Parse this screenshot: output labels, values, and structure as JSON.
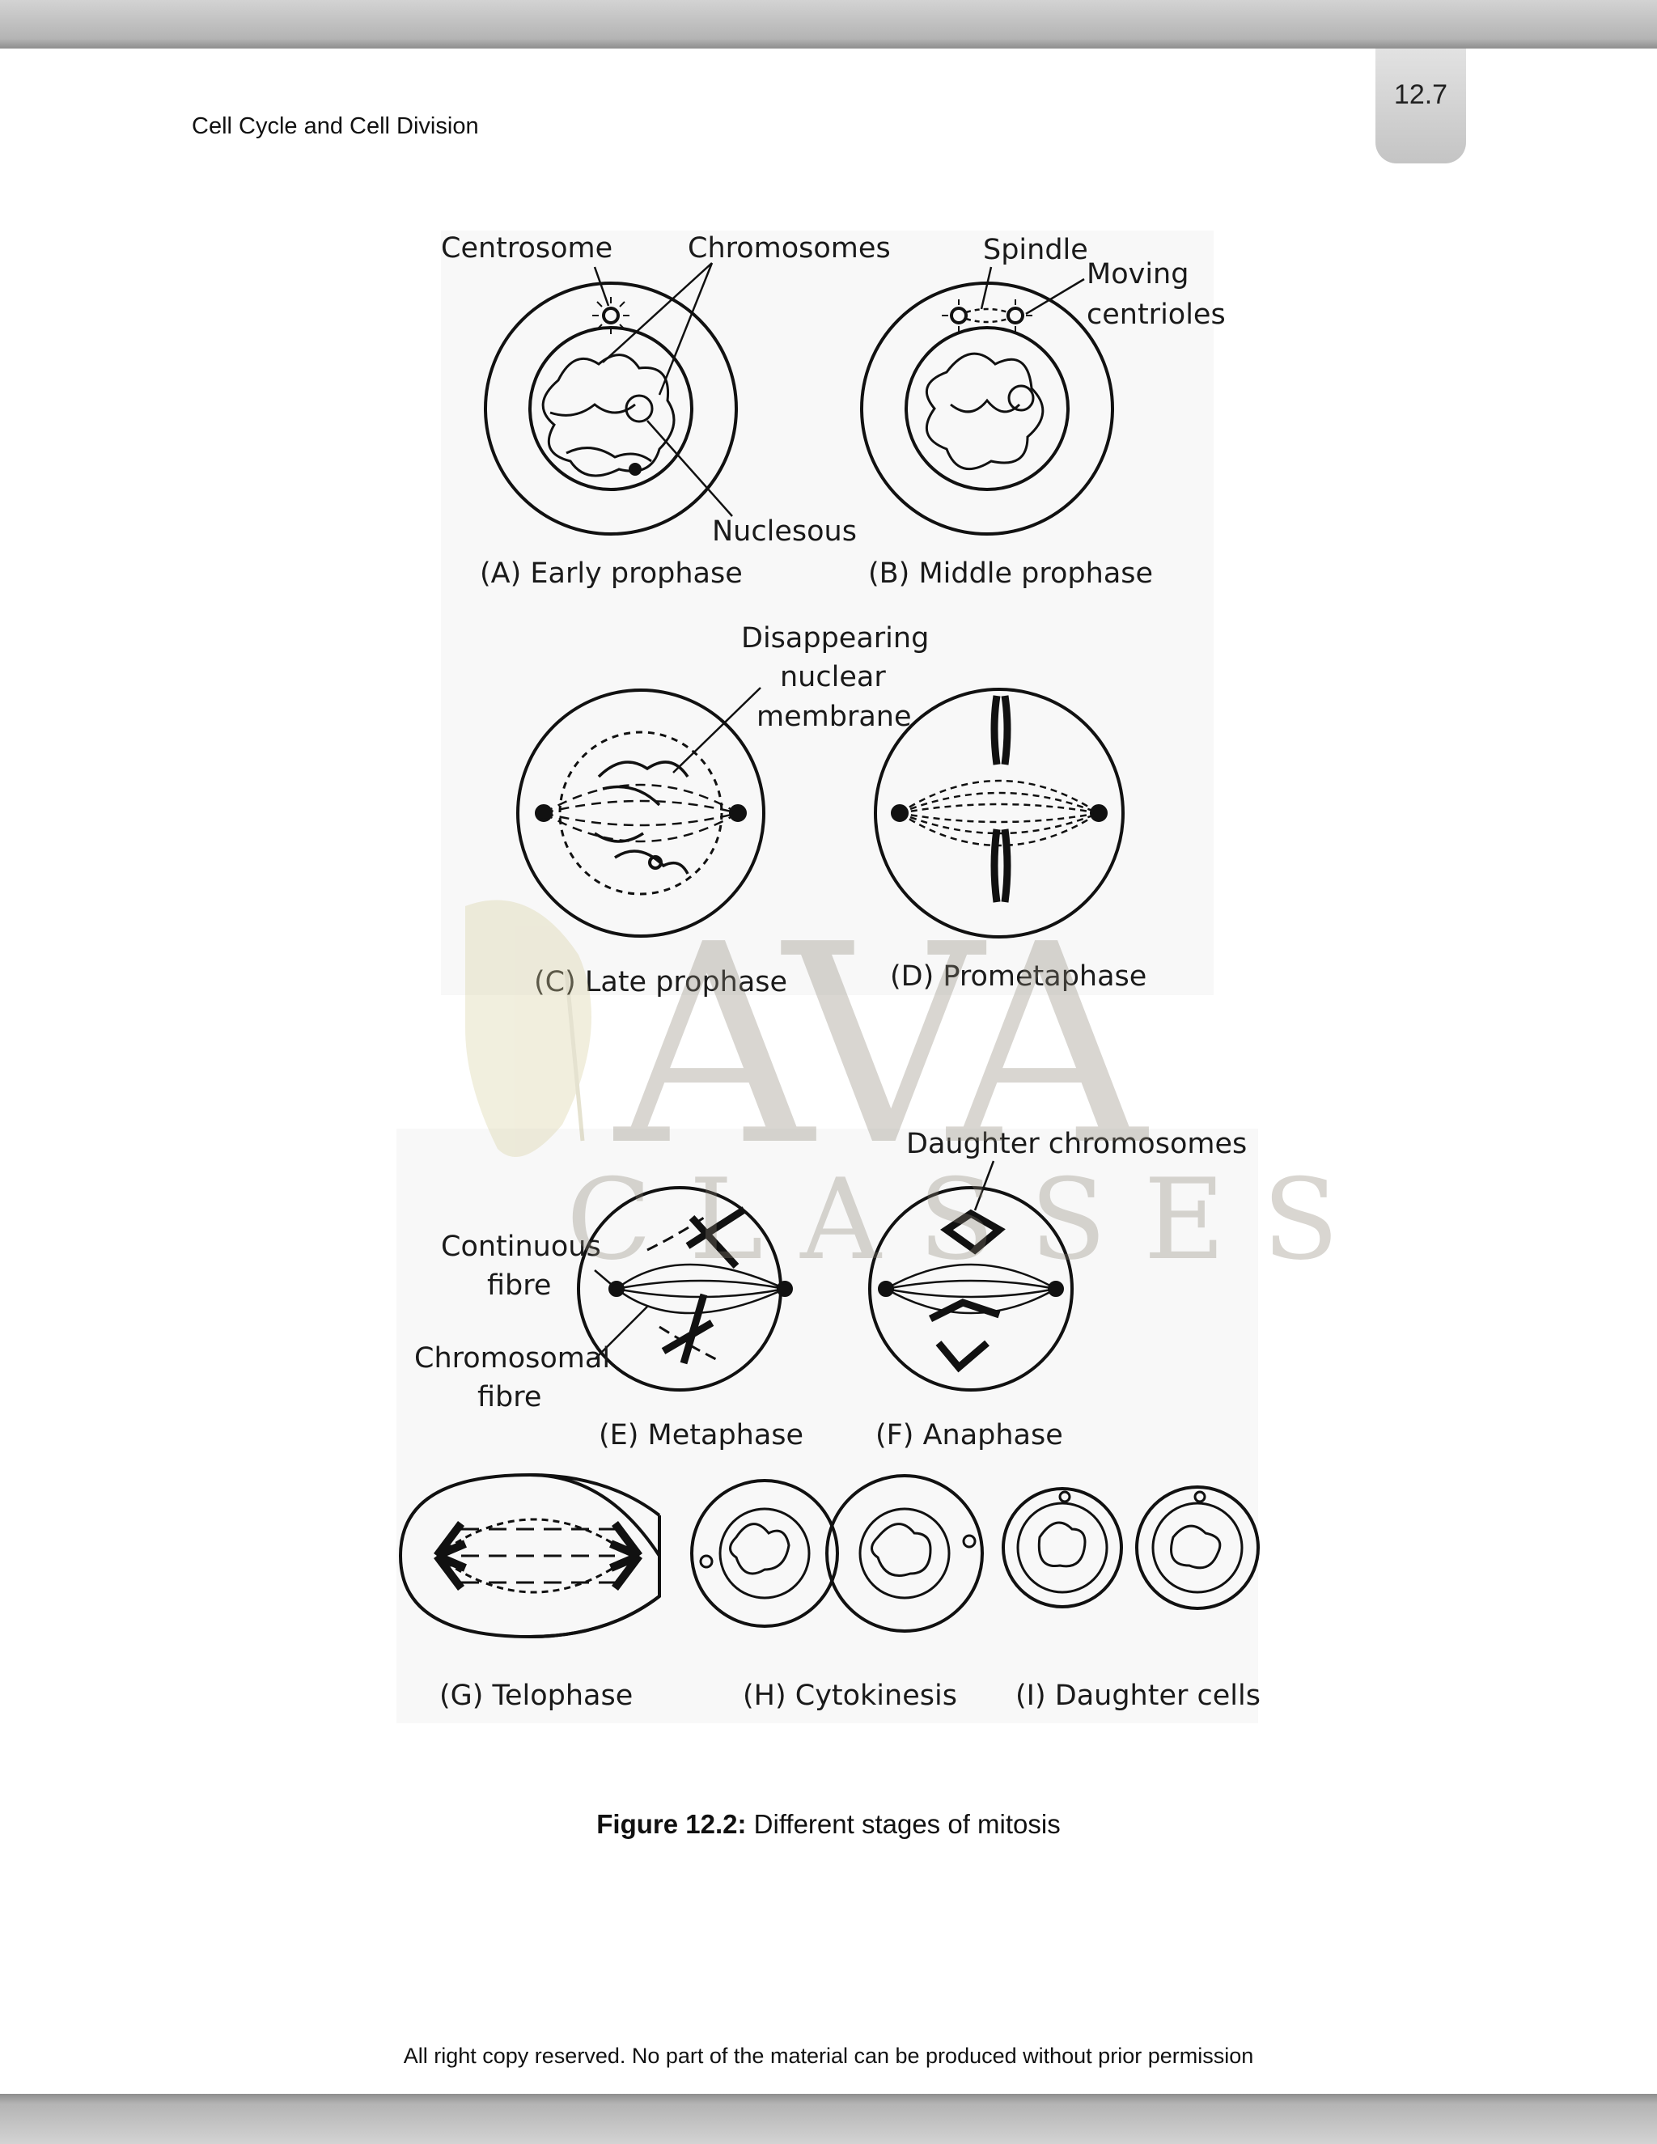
{
  "header": {
    "running_title": "Cell Cycle and Cell Division",
    "page_number": "12.7"
  },
  "figure": {
    "labels": {
      "centrosome": "Centrosome",
      "chromosomes": "Chromosomes",
      "nucleolus": "Nuclesous",
      "spindle": "Spindle",
      "moving_centrioles_1": "Moving",
      "moving_centrioles_2": "centrioles",
      "disappearing_1": "Disappearing",
      "disappearing_2": "nuclear",
      "disappearing_3": "membrane",
      "daughter_chromosomes": "Daughter chromosomes",
      "continuous_fibre_1": "Continuous",
      "continuous_fibre_2": "fibre",
      "chromosomal_fibre_1": "Chromosomal",
      "chromosomal_fibre_2": "fibre"
    },
    "stages": {
      "a": "(A) Early prophase",
      "b": "(B) Middle prophase",
      "c": "(C) Late prophase",
      "d": "(D) Prometaphase",
      "e": "(E) Metaphase",
      "f": "(F) Anaphase",
      "g": "(G) Telophase",
      "h": "(H) Cytokinesis",
      "i": "(I) Daughter cells"
    },
    "caption_bold": "Figure 12.2:",
    "caption_text": " Different stages of mitosis"
  },
  "watermark": {
    "line1": "AVA",
    "line2": "CLASSES"
  },
  "footer": {
    "text": "All right copy reserved. No part of the material can be produced without prior permission"
  }
}
